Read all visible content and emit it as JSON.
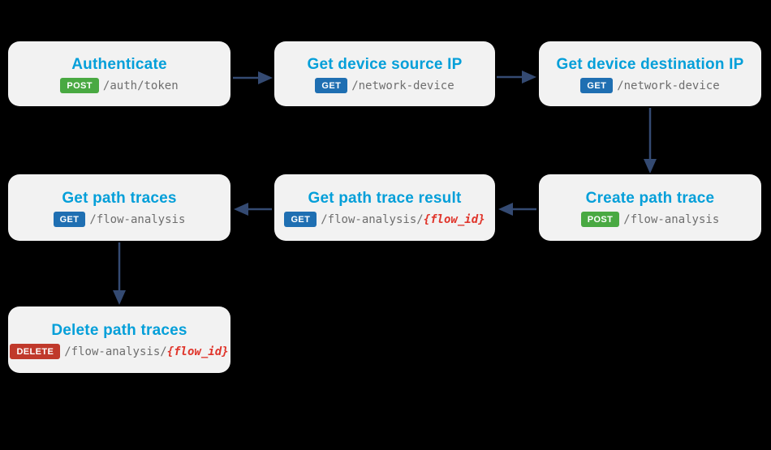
{
  "diagram": {
    "description": "API call flow diagram for path trace operations",
    "nodes": [
      {
        "id": "authenticate",
        "title": "Authenticate",
        "method": "POST",
        "path": "/auth/token",
        "param": ""
      },
      {
        "id": "get-source-ip",
        "title": "Get device source IP",
        "method": "GET",
        "path": "/network-device",
        "param": ""
      },
      {
        "id": "get-destination-ip",
        "title": "Get device destination IP",
        "method": "GET",
        "path": "/network-device",
        "param": ""
      },
      {
        "id": "get-path-traces",
        "title": "Get path traces",
        "method": "GET",
        "path": "/flow-analysis",
        "param": ""
      },
      {
        "id": "get-trace-result",
        "title": "Get path trace result",
        "method": "GET",
        "path": "/flow-analysis/",
        "param": "{flow_id}"
      },
      {
        "id": "create-path-trace",
        "title": "Create path trace",
        "method": "POST",
        "path": "/flow-analysis",
        "param": ""
      },
      {
        "id": "delete-path-traces",
        "title": "Delete path traces",
        "method": "DELETE",
        "path": "/flow-analysis/",
        "param": "{flow_id}"
      }
    ],
    "edges": [
      {
        "from": "authenticate",
        "to": "get-source-ip"
      },
      {
        "from": "get-source-ip",
        "to": "get-destination-ip"
      },
      {
        "from": "get-destination-ip",
        "to": "create-path-trace"
      },
      {
        "from": "create-path-trace",
        "to": "get-trace-result"
      },
      {
        "from": "get-trace-result",
        "to": "get-path-traces"
      },
      {
        "from": "get-path-traces",
        "to": "delete-path-traces"
      }
    ]
  },
  "colors": {
    "background": "#000000",
    "box_bg": "#f2f2f2",
    "title": "#049fd9",
    "path_text": "#6e6e6e",
    "param_text": "#e0352b",
    "arrow": "#344a72",
    "badge_get": "#1f6fb2",
    "badge_post": "#49a942",
    "badge_delete": "#c0392b",
    "badge_text": "#ffffff"
  }
}
